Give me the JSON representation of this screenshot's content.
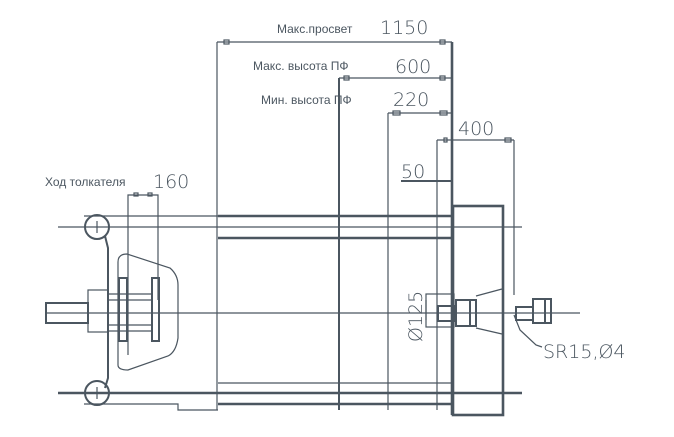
{
  "dimensions": {
    "max_clearance": {
      "label": "Макс.просвет",
      "value": "1150"
    },
    "max_height": {
      "label": "Макс. высота ПФ",
      "value": "600"
    },
    "min_height": {
      "label": "Мин. высота ПФ",
      "value": "220"
    },
    "offset": {
      "value": "400"
    },
    "step": {
      "value": "50"
    },
    "pusher_stroke": {
      "label": "Ход толкателя",
      "value": "160"
    },
    "diameter": {
      "value": "Ø125"
    },
    "tip": {
      "value": "SR15,Ø4"
    }
  },
  "colors": {
    "line": "#4b5660"
  }
}
